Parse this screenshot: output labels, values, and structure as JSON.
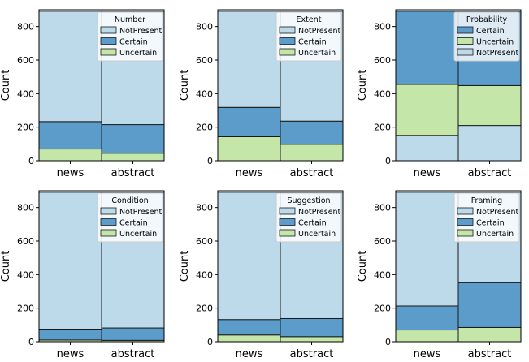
{
  "colors": {
    "NotPresent": "#bcdaea",
    "Certain": "#5b9ccb",
    "Uncertain": "#c5e6a9",
    "edge": "#1a1a1a"
  },
  "chart_data": [
    {
      "type": "bar",
      "stacked": true,
      "legend_title": "Number",
      "categories": [
        "news",
        "abstract"
      ],
      "ylabel": "Count",
      "ylim": [
        0,
        900
      ],
      "yticks": [
        0,
        200,
        400,
        600,
        800
      ],
      "legend_order": [
        "NotPresent",
        "Certain",
        "Uncertain"
      ],
      "series": [
        {
          "name": "Uncertain",
          "values": [
            70,
            45
          ]
        },
        {
          "name": "Certain",
          "values": [
            163,
            170
          ]
        },
        {
          "name": "NotPresent",
          "values": [
            658,
            676
          ]
        }
      ]
    },
    {
      "type": "bar",
      "stacked": true,
      "legend_title": "Extent",
      "categories": [
        "news",
        "abstract"
      ],
      "ylabel": "Count",
      "ylim": [
        0,
        900
      ],
      "yticks": [
        0,
        200,
        400,
        600,
        800
      ],
      "legend_order": [
        "NotPresent",
        "Certain",
        "Uncertain"
      ],
      "series": [
        {
          "name": "Uncertain",
          "values": [
            143,
            98
          ]
        },
        {
          "name": "Certain",
          "values": [
            175,
            138
          ]
        },
        {
          "name": "NotPresent",
          "values": [
            573,
            655
          ]
        }
      ]
    },
    {
      "type": "bar",
      "stacked": true,
      "legend_title": "Probability",
      "categories": [
        "news",
        "abstract"
      ],
      "ylabel": "Count",
      "ylim": [
        0,
        900
      ],
      "yticks": [
        0,
        200,
        400,
        600,
        800
      ],
      "legend_order": [
        "Certain",
        "Uncertain",
        "NotPresent"
      ],
      "series": [
        {
          "name": "NotPresent",
          "values": [
            151,
            210
          ]
        },
        {
          "name": "Uncertain",
          "values": [
            304,
            238
          ]
        },
        {
          "name": "Certain",
          "values": [
            436,
            443
          ]
        }
      ]
    },
    {
      "type": "bar",
      "stacked": true,
      "legend_title": "Condition",
      "categories": [
        "news",
        "abstract"
      ],
      "ylabel": "Count",
      "ylim": [
        0,
        900
      ],
      "yticks": [
        0,
        200,
        400,
        600,
        800
      ],
      "legend_order": [
        "NotPresent",
        "Certain",
        "Uncertain"
      ],
      "series": [
        {
          "name": "Uncertain",
          "values": [
            10,
            8
          ]
        },
        {
          "name": "Certain",
          "values": [
            65,
            74
          ]
        },
        {
          "name": "NotPresent",
          "values": [
            816,
            809
          ]
        }
      ]
    },
    {
      "type": "bar",
      "stacked": true,
      "legend_title": "Suggestion",
      "categories": [
        "news",
        "abstract"
      ],
      "ylabel": "Count",
      "ylim": [
        0,
        900
      ],
      "yticks": [
        0,
        200,
        400,
        600,
        800
      ],
      "legend_order": [
        "NotPresent",
        "Certain",
        "Uncertain"
      ],
      "series": [
        {
          "name": "Uncertain",
          "values": [
            40,
            30
          ]
        },
        {
          "name": "Certain",
          "values": [
            92,
            108
          ]
        },
        {
          "name": "NotPresent",
          "values": [
            759,
            753
          ]
        }
      ]
    },
    {
      "type": "bar",
      "stacked": true,
      "legend_title": "Framing",
      "categories": [
        "news",
        "abstract"
      ],
      "ylabel": "Count",
      "ylim": [
        0,
        900
      ],
      "yticks": [
        0,
        200,
        400,
        600,
        800
      ],
      "legend_order": [
        "NotPresent",
        "Certain",
        "Uncertain"
      ],
      "series": [
        {
          "name": "Uncertain",
          "values": [
            70,
            85
          ]
        },
        {
          "name": "Certain",
          "values": [
            143,
            267
          ]
        },
        {
          "name": "NotPresent",
          "values": [
            678,
            539
          ]
        }
      ]
    }
  ]
}
